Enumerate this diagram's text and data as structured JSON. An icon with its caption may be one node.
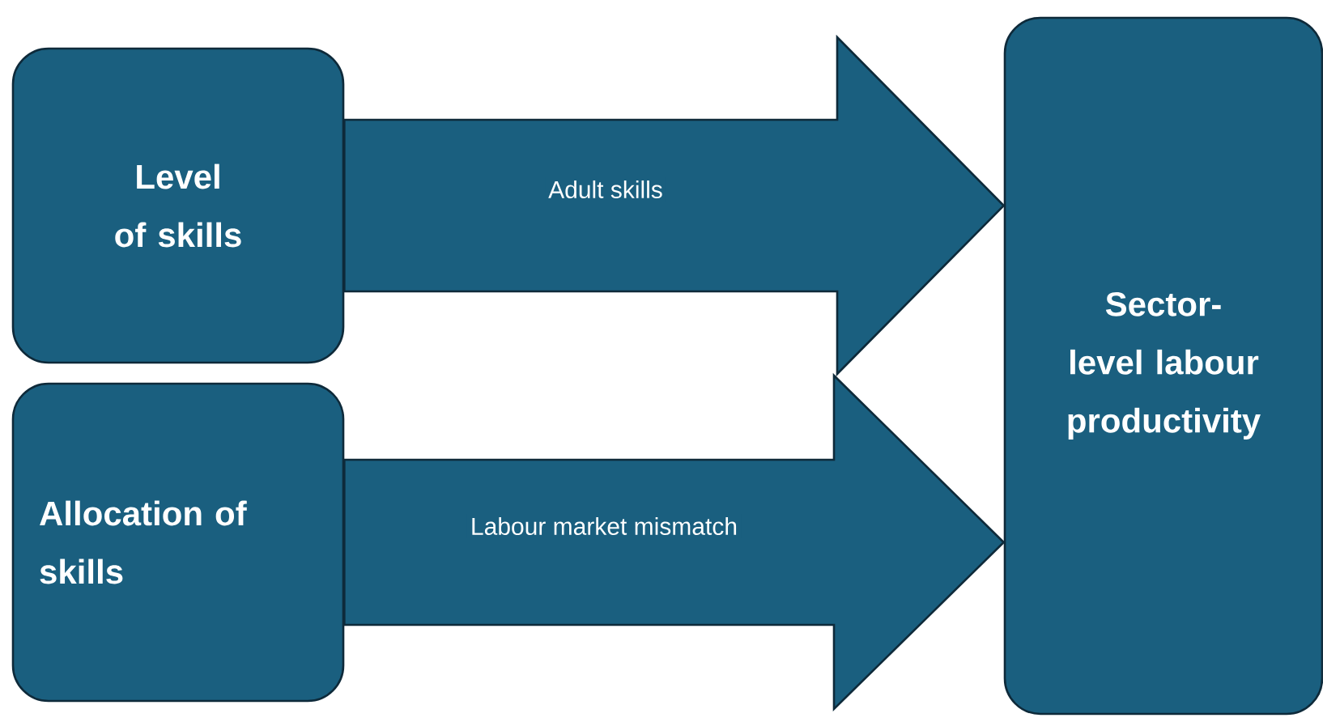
{
  "diagram": {
    "nodes": [
      {
        "text": [
          "Level of skills"
        ]
      },
      {
        "text": [
          "Allocation of skills"
        ]
      },
      {
        "text": [
          "Sector-level labour productivity"
        ]
      }
    ],
    "edges": [
      {
        "from": 0,
        "to": 2,
        "arrow": "to",
        "label": "Adult skills"
      },
      {
        "from": 1,
        "to": 2,
        "arrow": "to",
        "label": "Labour market mismatch"
      }
    ]
  }
}
